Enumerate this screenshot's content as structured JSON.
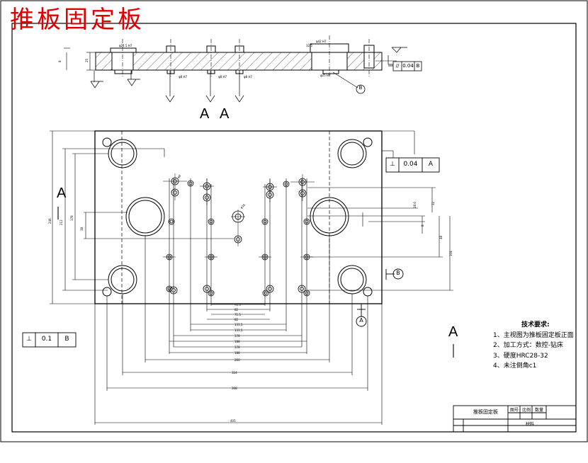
{
  "drawing": {
    "title": "推板固定板",
    "section_marks": {
      "top_left": "A",
      "top_right": "A",
      "left": "A",
      "right": "A"
    },
    "datum_labels": {
      "a": "A",
      "b": "B"
    },
    "tolerance_frames": [
      {
        "symbol": "⊥",
        "value": "0.04",
        "datum": "A"
      },
      {
        "symbol": "⊥",
        "value": "0.1",
        "datum": "B"
      },
      {
        "symbol": "//",
        "value": "0.04",
        "datum": "B"
      }
    ],
    "technical_requirements": {
      "heading": "技术要求:",
      "items": [
        "1、主视图为推板固定板正面",
        "2、加工方式：数控-钻床",
        "3、硬度HRC28-32",
        "4、未注倒角c1"
      ]
    },
    "title_block": {
      "name": "推板固定板",
      "cells": [
        "图号",
        "比例",
        "数量",
        "材料"
      ]
    }
  }
}
